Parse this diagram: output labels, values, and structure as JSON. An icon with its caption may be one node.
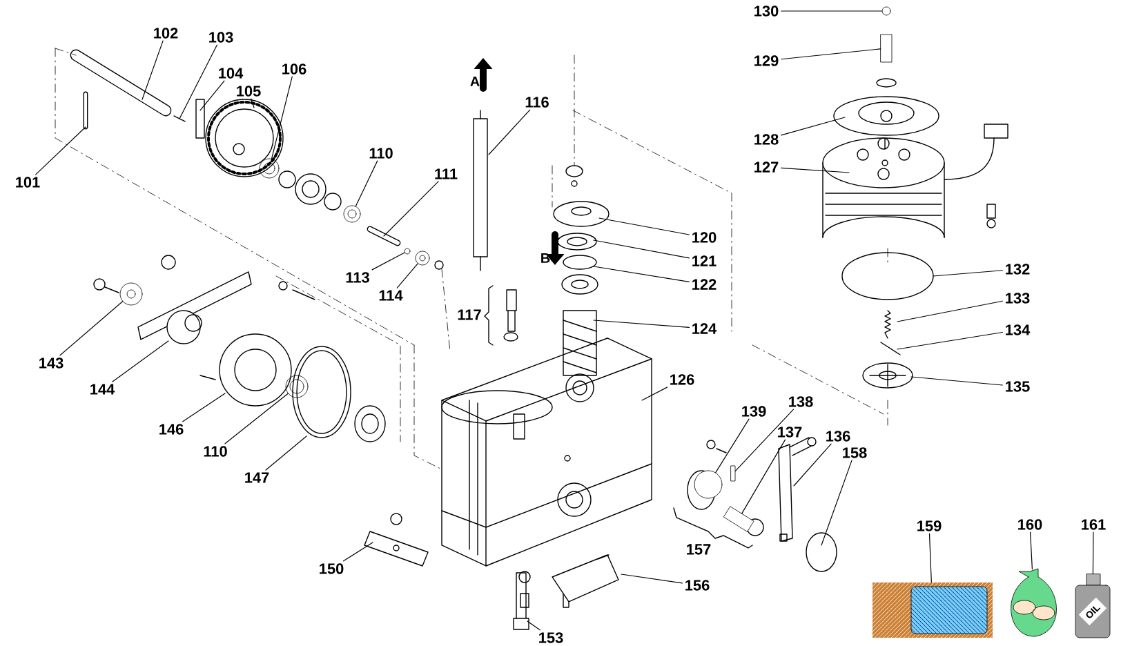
{
  "diagram": {
    "nodes": [
      {
        "text": [
          "130"
        ]
      },
      {
        "text": [
          "102"
        ]
      },
      {
        "text": [
          "103"
        ]
      },
      {
        "text": [
          "129"
        ]
      },
      {
        "text": [
          "104"
        ]
      },
      {
        "text": [
          "106"
        ]
      },
      {
        "text": [
          "105"
        ]
      },
      {
        "text": [
          "116"
        ]
      },
      {
        "text": [
          "128"
        ]
      },
      {
        "text": [
          "127"
        ]
      },
      {
        "text": [
          "101"
        ]
      },
      {
        "text": [
          "110"
        ]
      },
      {
        "text": [
          "111"
        ]
      },
      {
        "text": [
          "120"
        ]
      },
      {
        "text": [
          "121"
        ]
      },
      {
        "text": [
          "122"
        ]
      },
      {
        "text": [
          "113"
        ]
      },
      {
        "text": [
          "132"
        ]
      },
      {
        "text": [
          "114"
        ]
      },
      {
        "text": [
          "133"
        ]
      },
      {
        "text": [
          "117"
        ]
      },
      {
        "text": [
          "124"
        ]
      },
      {
        "text": [
          "134"
        ]
      },
      {
        "text": [
          "143"
        ]
      },
      {
        "text": [
          "126"
        ]
      },
      {
        "text": [
          "135"
        ]
      },
      {
        "text": [
          "144"
        ]
      },
      {
        "text": [
          "146"
        ]
      },
      {
        "text": [
          "138"
        ]
      },
      {
        "text": [
          "139"
        ]
      },
      {
        "text": [
          "137"
        ]
      },
      {
        "text": [
          "136"
        ]
      },
      {
        "text": [
          "110"
        ]
      },
      {
        "text": [
          "158"
        ]
      },
      {
        "text": [
          "147"
        ]
      },
      {
        "text": [
          "159"
        ]
      },
      {
        "text": [
          "160"
        ]
      },
      {
        "text": [
          "161"
        ]
      },
      {
        "text": [
          "157"
        ]
      },
      {
        "text": [
          "150"
        ]
      },
      {
        "text": [
          "156"
        ]
      },
      {
        "text": [
          "153"
        ]
      },
      {
        "text": [
          "OIL"
        ]
      },
      {
        "text": [],
        "shape": "circle"
      },
      {
        "text": [],
        "shape": "circle"
      },
      {
        "text": [],
        "shape": "circle"
      },
      {
        "text": [],
        "shape": "circle"
      },
      {
        "text": [],
        "shape": "circle"
      },
      {
        "text": [],
        "shape": "circle"
      },
      {
        "text": [],
        "shape": "bar"
      },
      {
        "text": [],
        "shape": "circle"
      },
      {
        "text": [],
        "shape": "bar"
      },
      {
        "text": [],
        "shape": "picture"
      },
      {
        "text": [],
        "shape": "picture"
      },
      {
        "text": [],
        "shape": "bar"
      },
      {
        "text": [],
        "shape": "circle"
      }
    ],
    "edges": [
      {
        "from": 0,
        "to": 43,
        "arrow": "none"
      },
      {
        "from": 1,
        "to": null,
        "arrow": "none"
      },
      {
        "from": 2,
        "to": null,
        "arrow": "none"
      },
      {
        "from": 3,
        "to": 54,
        "arrow": "none"
      },
      {
        "from": 4,
        "to": null,
        "arrow": "none"
      },
      {
        "from": 5,
        "to": 44,
        "arrow": "none"
      },
      {
        "from": 6,
        "to": null,
        "arrow": "none"
      },
      {
        "from": 7,
        "to": null,
        "arrow": "none"
      },
      {
        "from": 8,
        "to": null,
        "arrow": "none"
      },
      {
        "from": 9,
        "to": null,
        "arrow": "none"
      },
      {
        "from": 10,
        "to": null,
        "arrow": "none"
      },
      {
        "from": 11,
        "to": 45,
        "arrow": "none"
      },
      {
        "from": 12,
        "to": null,
        "arrow": "none"
      },
      {
        "from": 13,
        "to": null,
        "arrow": "none"
      },
      {
        "from": 14,
        "to": null,
        "arrow": "none"
      },
      {
        "from": 15,
        "to": null,
        "arrow": "none"
      },
      {
        "from": 16,
        "to": 55,
        "arrow": "none"
      },
      {
        "from": 17,
        "to": null,
        "arrow": "none"
      },
      {
        "from": 18,
        "to": 46,
        "arrow": "none"
      },
      {
        "from": 19,
        "to": null,
        "arrow": "none"
      },
      {
        "from": 21,
        "to": null,
        "arrow": "none"
      },
      {
        "from": 22,
        "to": null,
        "arrow": "none"
      },
      {
        "from": 23,
        "to": 47,
        "arrow": "none"
      },
      {
        "from": 24,
        "to": null,
        "arrow": "none"
      },
      {
        "from": 25,
        "to": null,
        "arrow": "none"
      },
      {
        "from": 26,
        "to": null,
        "arrow": "none"
      },
      {
        "from": 27,
        "to": null,
        "arrow": "none"
      },
      {
        "from": 28,
        "to": 49,
        "arrow": "none"
      },
      {
        "from": 29,
        "to": 50,
        "arrow": "none"
      },
      {
        "from": 30,
        "to": 51,
        "arrow": "none"
      },
      {
        "from": 31,
        "to": null,
        "arrow": "none"
      },
      {
        "from": 32,
        "to": 48,
        "arrow": "none"
      },
      {
        "from": 33,
        "to": null,
        "arrow": "none"
      },
      {
        "from": 34,
        "to": null,
        "arrow": "none"
      },
      {
        "from": 35,
        "to": 52,
        "arrow": "none"
      },
      {
        "from": 36,
        "to": 53,
        "arrow": "none"
      },
      {
        "from": 37,
        "to": 42,
        "arrow": "none"
      },
      {
        "from": 39,
        "to": null,
        "arrow": "none"
      },
      {
        "from": 40,
        "to": null,
        "arrow": "none"
      },
      {
        "from": 41,
        "to": null,
        "arrow": "none"
      }
    ],
    "labels": [
      "A",
      "B"
    ]
  }
}
